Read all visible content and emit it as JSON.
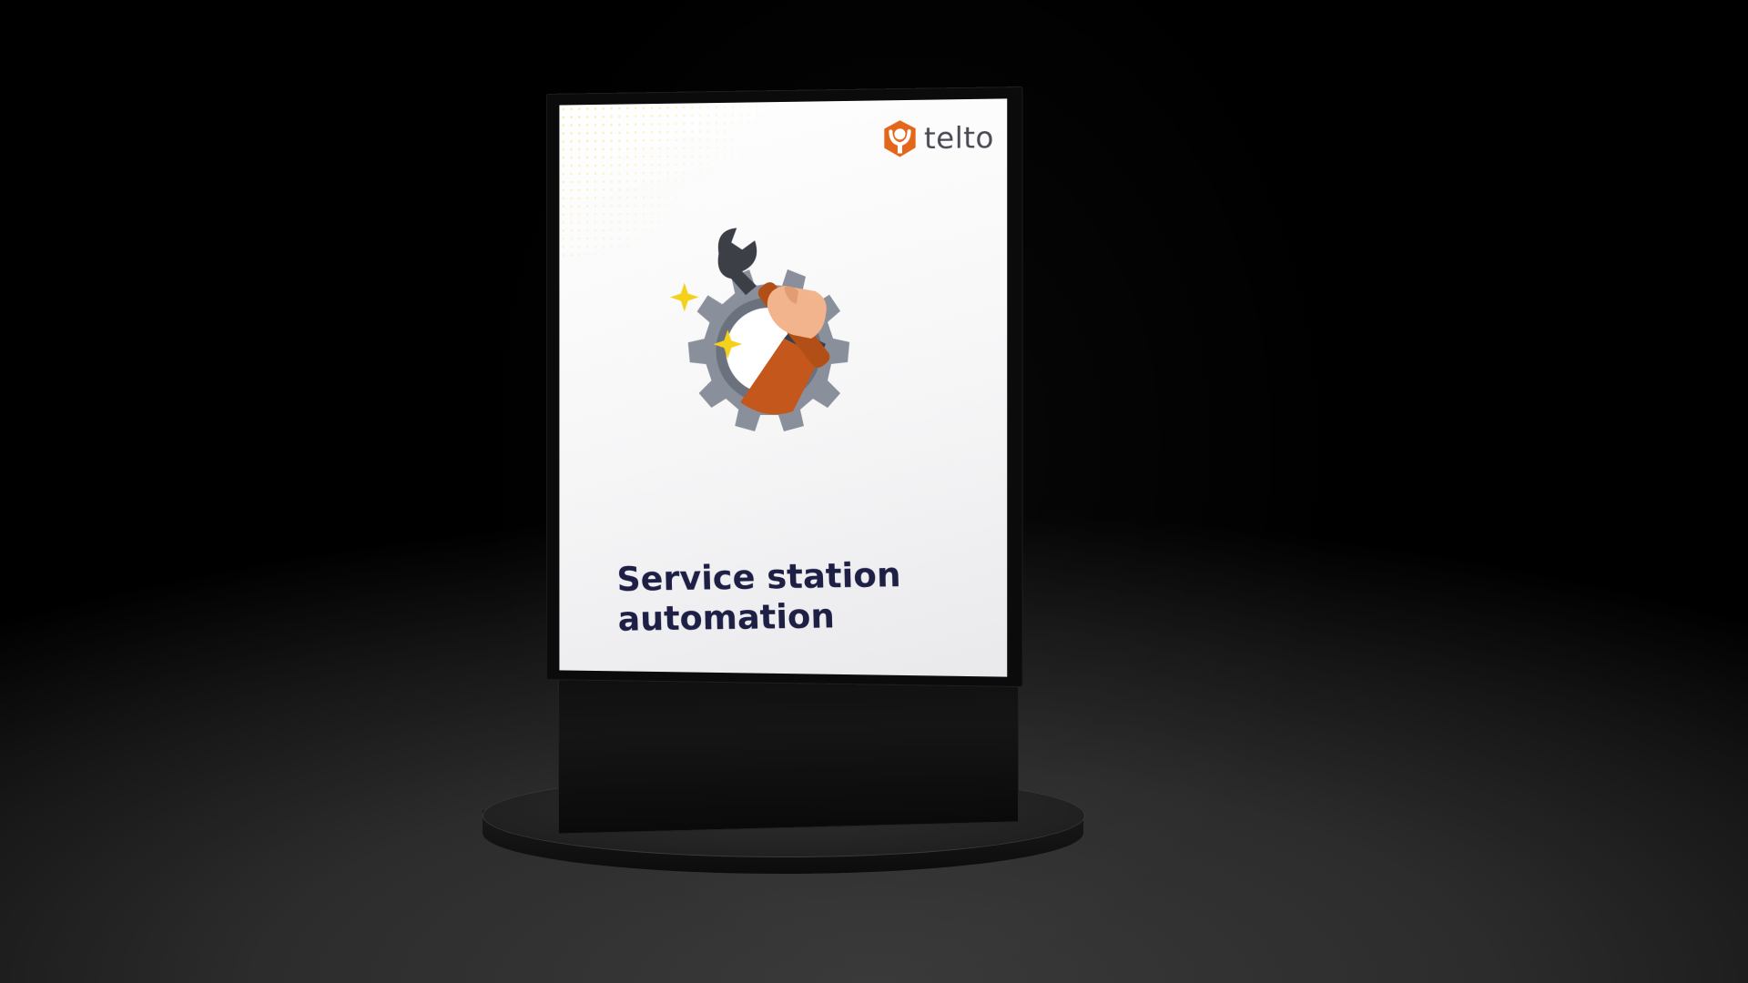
{
  "poster": {
    "brand": {
      "logo_text": "telto",
      "logo_color": "#e4661a",
      "icon": "hexagon-person-icon"
    },
    "title_line1": "Service station",
    "title_line2": "automation",
    "title_color": "#1d1f45",
    "illustration": {
      "icon": "hand-wrench-gear-icon",
      "gear_color": "#8a8f9c",
      "sleeve_color": "#c4571c",
      "wrench_color": "#3d3f47",
      "sparkle_color": "#f4d21c"
    }
  }
}
